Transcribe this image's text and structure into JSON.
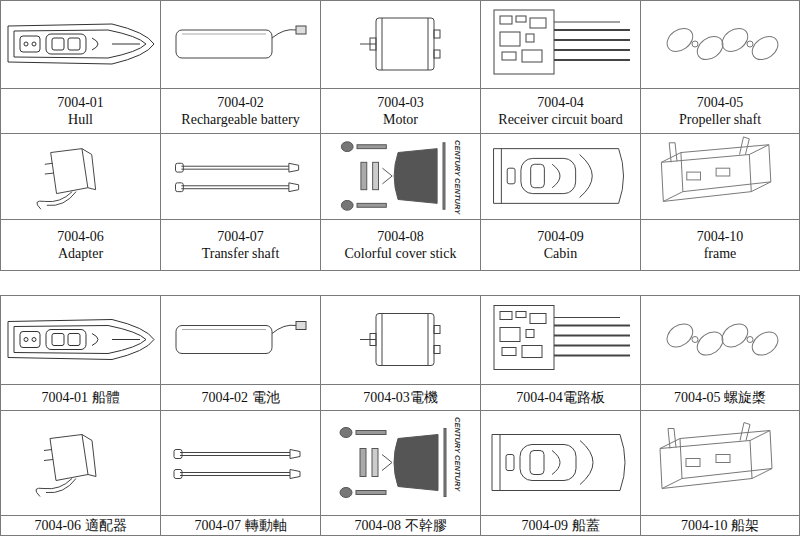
{
  "diagram": {
    "nodes": [
      {
        "text": [
          "7004-01",
          "Hull"
        ]
      },
      {
        "text": [
          "7004-02",
          "Rechargeable battery"
        ]
      },
      {
        "text": [
          "7004-03",
          "Motor"
        ]
      },
      {
        "text": [
          "7004-04",
          "Receiver circuit board"
        ]
      },
      {
        "text": [
          "7004-05",
          "Propeller shaft"
        ]
      },
      {
        "text": [
          "7004-06",
          "Adapter"
        ]
      },
      {
        "text": [
          "7004-07",
          "Transfer shaft"
        ]
      },
      {
        "text": [
          "7004-08",
          "Colorful cover stick"
        ]
      },
      {
        "text": [
          "7004-09",
          "Cabin"
        ]
      },
      {
        "text": [
          "7004-10",
          "frame"
        ]
      },
      {
        "text": [
          "7004-01 船體"
        ]
      },
      {
        "text": [
          "7004-02 電池"
        ]
      },
      {
        "text": [
          "7004-03電機"
        ]
      },
      {
        "text": [
          "7004-04電路板"
        ]
      },
      {
        "text": [
          "7004-05 螺旋槳"
        ]
      },
      {
        "text": [
          "7004-06 適配器"
        ]
      },
      {
        "text": [
          "7004-07 轉動軸"
        ]
      },
      {
        "text": [
          "7004-08 不幹膠"
        ]
      },
      {
        "text": [
          "7004-09 船蓋"
        ]
      },
      {
        "text": [
          "7004-10 船架"
        ]
      }
    ],
    "labels": [
      "CENTURY CENTURY",
      "CENTURY CENTURY"
    ]
  }
}
